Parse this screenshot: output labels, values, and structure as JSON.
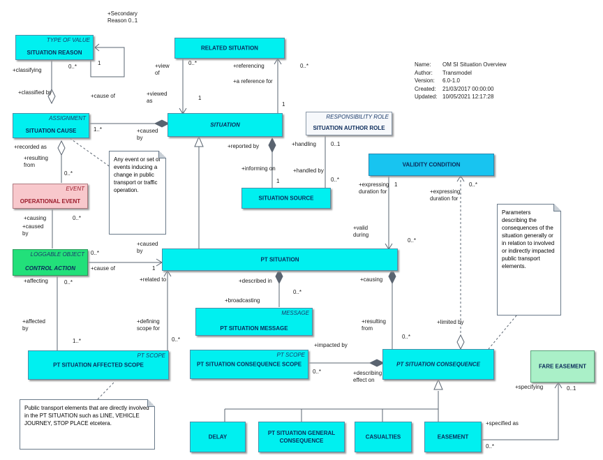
{
  "meta": [
    {
      "key": "Name:",
      "value": "OM SI Situation Overview"
    },
    {
      "key": "Author:",
      "value": "Transmodel"
    },
    {
      "key": "Version:",
      "value": "6.0-1.0"
    },
    {
      "key": "Created:",
      "value": "21/03/2017 00:00:00"
    },
    {
      "key": "Updated:",
      "value": "10/05/2021 12:17:28"
    }
  ],
  "classes": {
    "situation_reason": {
      "stereotype": "TYPE OF VALUE",
      "name": "SITUATION REASON"
    },
    "related_situation": {
      "name": "RELATED SITUATION"
    },
    "situation": {
      "name": "SITUATION"
    },
    "situation_cause": {
      "stereotype": "ASSIGNMENT",
      "name": "SITUATION CAUSE"
    },
    "situation_author_role": {
      "stereotype": "RESPONSIBILITY ROLE",
      "name": "SITUATION AUTHOR ROLE"
    },
    "validity_condition": {
      "name": "VALIDITY CONDITION"
    },
    "operational_event": {
      "stereotype": "EVENT",
      "name": "OPERATIONAL EVENT"
    },
    "situation_source": {
      "name": "SITUATION SOURCE"
    },
    "control_action": {
      "stereotype": "LOGGABLE OBJECT",
      "name": "CONTROL ACTION"
    },
    "pt_situation": {
      "name": "PT SITUATION"
    },
    "pt_situation_message": {
      "stereotype": "MESSAGE",
      "name": "PT SITUATION MESSAGE"
    },
    "pt_situation_affected_scope": {
      "stereotype": "PT SCOPE",
      "name": "PT SITUATION AFFECTED SCOPE"
    },
    "pt_situation_consequence_scope": {
      "stereotype": "PT SCOPE",
      "name": "PT SITUATION CONSEQUENCE SCOPE"
    },
    "pt_situation_consequence": {
      "name": "PT SITUATION CONSEQUENCE"
    },
    "fare_easement": {
      "name": "FARE EASEMENT"
    },
    "delay": {
      "name": "DELAY"
    },
    "pt_situation_general_consequence": {
      "name": "PT SITUATION GENERAL CONSEQUENCE"
    },
    "casualties": {
      "name": "CASUALTIES"
    },
    "easement": {
      "name": "EASEMENT"
    }
  },
  "notes": {
    "event_note": "Any event or set of events inducing a change in public transport or traffic operation.",
    "parameters_note": "Parameters describing the consequences of the situation generally or in relation to involved or indirectly impacted public transport elements.",
    "elements_note": "Public transport elements that are directly involved in the PT SITUATION such as LINE, VEHICLE JOURNEY, STOP PLACE etcetera."
  },
  "labels": {
    "secondary_reason": "+Secondary\nReason 0..1",
    "reason_mult_0n": "0..*",
    "reason_mult_1": "1",
    "classifying": "+classifying",
    "classified_by": "+classified by",
    "cause_of_1": "+cause of",
    "view_of": "+view\nof",
    "viewed_as": "+viewed\nas",
    "related_0n": "0..*",
    "related_1": "1",
    "referencing": "+referencing",
    "a_reference_for": "+a reference for",
    "ref_0n": "0..*",
    "ref_1": "1",
    "cause_1n": "1..*",
    "caused_by_1": "+caused\nby",
    "recorded_as": "+recorded as",
    "resulting_from_1": "+resulting\nfrom",
    "event_0n_a": "0..*",
    "reported_by": "+reported by",
    "informing_on": "+informing on",
    "source_1": "1",
    "handling": "+handling",
    "handled_by": "+handled by",
    "author_01": "0..1",
    "author_0n": "0..*",
    "expressing_duration_1": "+expressing\nduration for",
    "validity_1": "1",
    "expressing_duration_2": "+expressing\nduration for",
    "validity_0n": "0..*",
    "causing_1": "+causing",
    "caused_by_2": "+caused\nby",
    "event_0n_b": "0..*",
    "valid_during": "+valid\nduring",
    "valid_0n": "0..*",
    "ca_0n": "0..*",
    "caused_by_3": "+caused\nby",
    "cause_of_2": "+cause of",
    "ca_1": "1",
    "related_to": "+related to",
    "affecting": "+affecting",
    "affecting_0n": "0..*",
    "described_in": "+described in",
    "broadcasting": "+broadcasting",
    "msg_0n": "0..*",
    "causing_2": "+causing",
    "resulting_from_2": "+resulting\nfrom",
    "cons_0n": "0..*",
    "affected_by": "+affected\nby",
    "affected_1n": "1..*",
    "defining_scope_for": "+defining\nscope for",
    "scope_0n": "0..*",
    "limited_by": "+limited by",
    "impacted_by": "+impacted by",
    "describing_effect_on": "+describing\neffect on",
    "cscope_0n": "0..*",
    "specifying": "+specifying",
    "fare_01": "0..1",
    "specified_as": "+specified as",
    "ease_0n": "0..*"
  }
}
